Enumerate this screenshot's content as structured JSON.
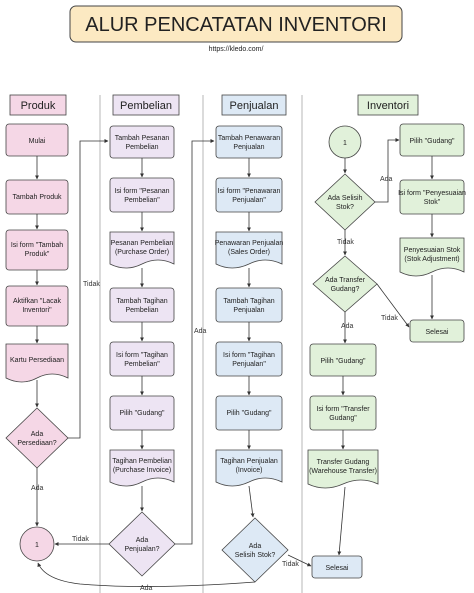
{
  "header": {
    "title": "ALUR PENCATATAN INVENTORI",
    "url": "https://kledo.com/"
  },
  "colors": {
    "produk": "#f5d7e6",
    "pembelian": "#ede4f3",
    "penjualan": "#dde9f5",
    "inventori": "#e1f1da",
    "title_box": "#fce9c2",
    "stroke": "#444444"
  },
  "lanes": {
    "produk": "Produk",
    "pembelian": "Pembelian",
    "penjualan": "Penjualan",
    "inventori": "Inventori"
  },
  "produk": {
    "mulai": "Mulai",
    "tambah_produk": "Tambah Produk",
    "isi_form_1": "Isi form \"Tambah",
    "isi_form_2": "Produk\"",
    "aktif_1": "Aktifkan \"Lacak",
    "aktif_2": "Inventori\"",
    "kartu": "Kartu Persediaan",
    "ada_1": "Ada",
    "ada_2": "Persediaan?",
    "connector": "1"
  },
  "pembelian": {
    "n1_1": "Tambah Pesanan",
    "n1_2": "Pembelian",
    "n2_1": "Isi form \"Pesanan",
    "n2_2": "Pembelian\"",
    "n3_1": "Pesanan Pembelian",
    "n3_2": "(Purchase Order)",
    "n4_1": "Tambah Tagihan",
    "n4_2": "Pembelian",
    "n5_1": "Isi form \"Tagihan",
    "n5_2": "Pembelian\"",
    "n6": "Pilih \"Gudang\"",
    "n7_1": "Tagihan Pembelian",
    "n7_2": "(Purchase Invoice)",
    "d_1": "Ada",
    "d_2": "Penjualan?"
  },
  "penjualan": {
    "n1_1": "Tambah Penawaran",
    "n1_2": "Penjualan",
    "n2_1": "Isi form \"Penawaran",
    "n2_2": "Penjualan\"",
    "n3_1": "Penawaran Penjualan",
    "n3_2": "(Sales Order)",
    "n4_1": "Tambah Tagihan",
    "n4_2": "Penjualan",
    "n5_1": "Isi form \"Tagihan",
    "n5_2": "Penjualan\"",
    "n6": "Pilih \"Gudang\"",
    "n7_1": "Tagihan Penjualan",
    "n7_2": "(Invoice)",
    "d_1": "Ada",
    "d_2": "Selisih Stok?",
    "selesai": "Selesai"
  },
  "inventori": {
    "connector": "1",
    "d1_1": "Ada Selisih",
    "d1_2": "Stok?",
    "d2_1": "Ada Transfer",
    "d2_2": "Gudang?",
    "r1": "Pilih \"Gudang\"",
    "r2_1": "Isi form \"Penyesuaian",
    "r2_2": "Stok\"",
    "r3_1": "Penyesuaian Stok",
    "r3_2": "(Stok Adjustment)",
    "selesai": "Selesai",
    "l1": "Pilih \"Gudang\"",
    "l2_1": "Isi form \"Transfer",
    "l2_2": "Gudang\"",
    "l3_1": "Transfer Gudang",
    "l3_2": "(Warehouse Transfer)"
  },
  "edges": {
    "tidak": "Tidak",
    "ada": "Ada"
  }
}
